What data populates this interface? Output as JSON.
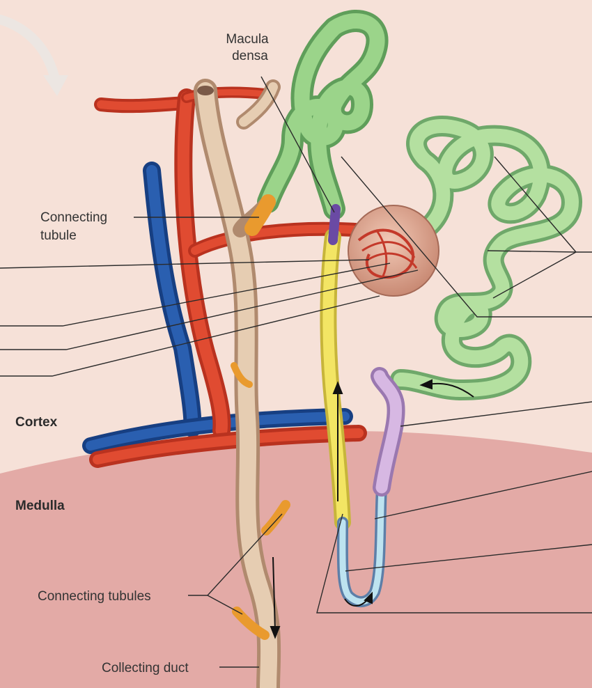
{
  "labels": {
    "macula_densa_line1": "Macula",
    "macula_densa_line2": "densa",
    "connecting_tubule_line1": "Connecting",
    "connecting_tubule_line2": "tubule",
    "cortex": "Cortex",
    "medulla": "Medulla",
    "connecting_tubules": "Connecting tubules",
    "collecting_duct": "Collecting duct"
  },
  "colors": {
    "cortex_bg": "#f6e1d8",
    "medulla_bg": "#e3aaa6",
    "artery_red": "#d9432a",
    "vein_blue": "#1f4f9a",
    "proximal_green": "#9fd18a",
    "distal_green": "#8fc98a",
    "collecting_tan": "#d6b79a",
    "connecting_orange": "#f2b24a",
    "thick_ascending_yellow": "#f0e15a",
    "thin_limb_blue": "#9fd0e0",
    "descending_purple": "#c7a6d3",
    "macula_densa_purple": "#7a5bb0",
    "glomerulus": "#d9a48c"
  }
}
